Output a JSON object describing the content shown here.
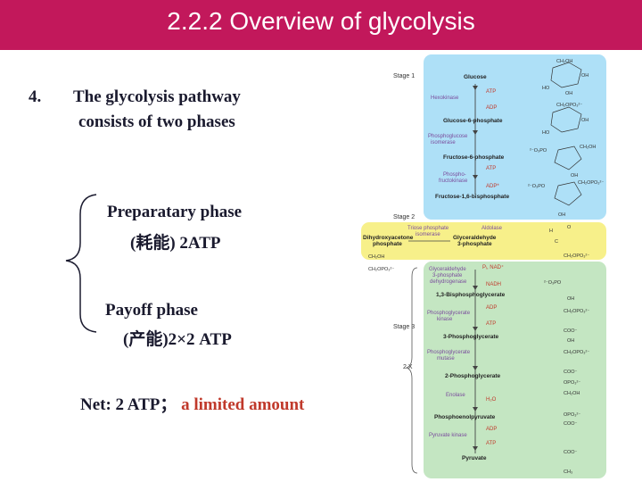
{
  "slide": {
    "title": "2.2.2  Overview of glycolysis",
    "item_number": "4.",
    "heading_line1": "The glycolysis pathway",
    "heading_line2": "consists of two phases",
    "prep_line1": "Preparatary phase",
    "prep_line2": "(耗能) 2ATP",
    "payoff_line1": "Payoff phase",
    "payoff_line2": "(产能)2×2  ATP",
    "net_prefix": "Net: 2 ATP；",
    "net_accent": "a limited amount"
  },
  "colors": {
    "title_bar": "#c2185b",
    "stage1_panel": "#aee0f7",
    "stage2_panel": "#f7f08a",
    "stage3_panel": "#c4e6c2",
    "accent_text": "#c0392b",
    "bracket": "#1a1a2e"
  },
  "figure": {
    "stage1": "Stage 1",
    "stage2": "Stage 2",
    "stage3": "Stage 3",
    "multiplier": "2 X",
    "compounds": {
      "glucose": "Glucose",
      "g6p": "Glucose-6-phosphate",
      "f6p": "Fructose-6-phosphate",
      "f16bp": "Fructose-1,6-bisphosphate",
      "dhap_line1": "Dihydroxyacetone",
      "dhap_line2": "phosphate",
      "gap_line1": "Glyceraldehyde",
      "gap_line2": "3-phosphate",
      "bpg": "1,3-Bisphosphoglycerate",
      "pg3": "3-Phosphoglycerate",
      "pg2": "2-Phosphoglycerate",
      "pep": "Phosphoenolpyruvate",
      "pyruvate": "Pyruvate"
    },
    "enzymes": {
      "hexokinase": "Hexokinase",
      "pgi_line1": "Phosphoglucose",
      "pgi_line2": "isomerase",
      "pfk_line1": "Phospho-",
      "pfk_line2": "fructokinase",
      "tpi_line1": "Triose phosphate",
      "tpi_line2": "isomerase",
      "aldolase": "Aldolase",
      "gapdh_line1": "Glyceraldehyde",
      "gapdh_line2": "3-phosphate",
      "gapdh_line3": "dehydrogenase",
      "pgk_line1": "Phosphoglycerate",
      "pgk_line2": "kinase",
      "pgm_line1": "Phosphoglycerate",
      "pgm_line2": "mutase",
      "enolase": "Enolase",
      "pk": "Pyruvate kinase"
    },
    "cofactors": {
      "atp": "ATP",
      "adp": "ADP",
      "adp_plus": "ADP*",
      "pi_nad": "Pᵢ, NAD⁺",
      "nadh": "NADH",
      "h2o": "H₂O"
    },
    "structure_labels": {
      "ch2oh": "CH₂OH",
      "ch2opo3": "CH₂OPO₃²⁻",
      "oh": "OH",
      "ho": "HO",
      "h": "H",
      "c": "C",
      "o": "O",
      "coo": "COO⁻",
      "ch3": "CH₃",
      "opo3": "OPO₃²⁻",
      "po3o": "²⁻O₃PO"
    }
  }
}
